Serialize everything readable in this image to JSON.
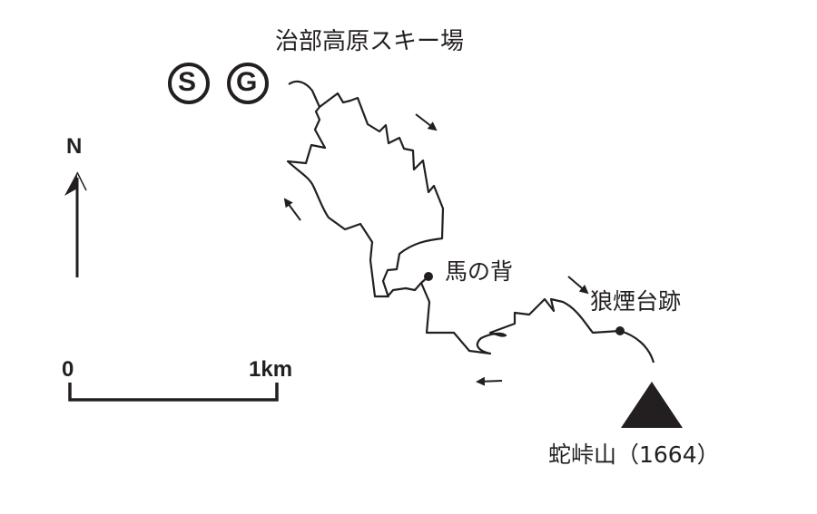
{
  "title_area": "治部高原スキー場",
  "start_marker": "S",
  "goal_marker": "G",
  "places": {
    "umanose": "馬の背",
    "noroshidai": "狼煙台跡",
    "peak": "蛇峠山（1664）"
  },
  "north_label": "N",
  "scale": {
    "start": "0",
    "end": "1km"
  },
  "icons": [
    "start-goal-icon",
    "direction-arrow-icon",
    "summit-triangle-icon",
    "north-arrow-icon",
    "waypoint-dot-icon"
  ],
  "colors": {
    "ink": "#231f20",
    "background": "#ffffff"
  }
}
